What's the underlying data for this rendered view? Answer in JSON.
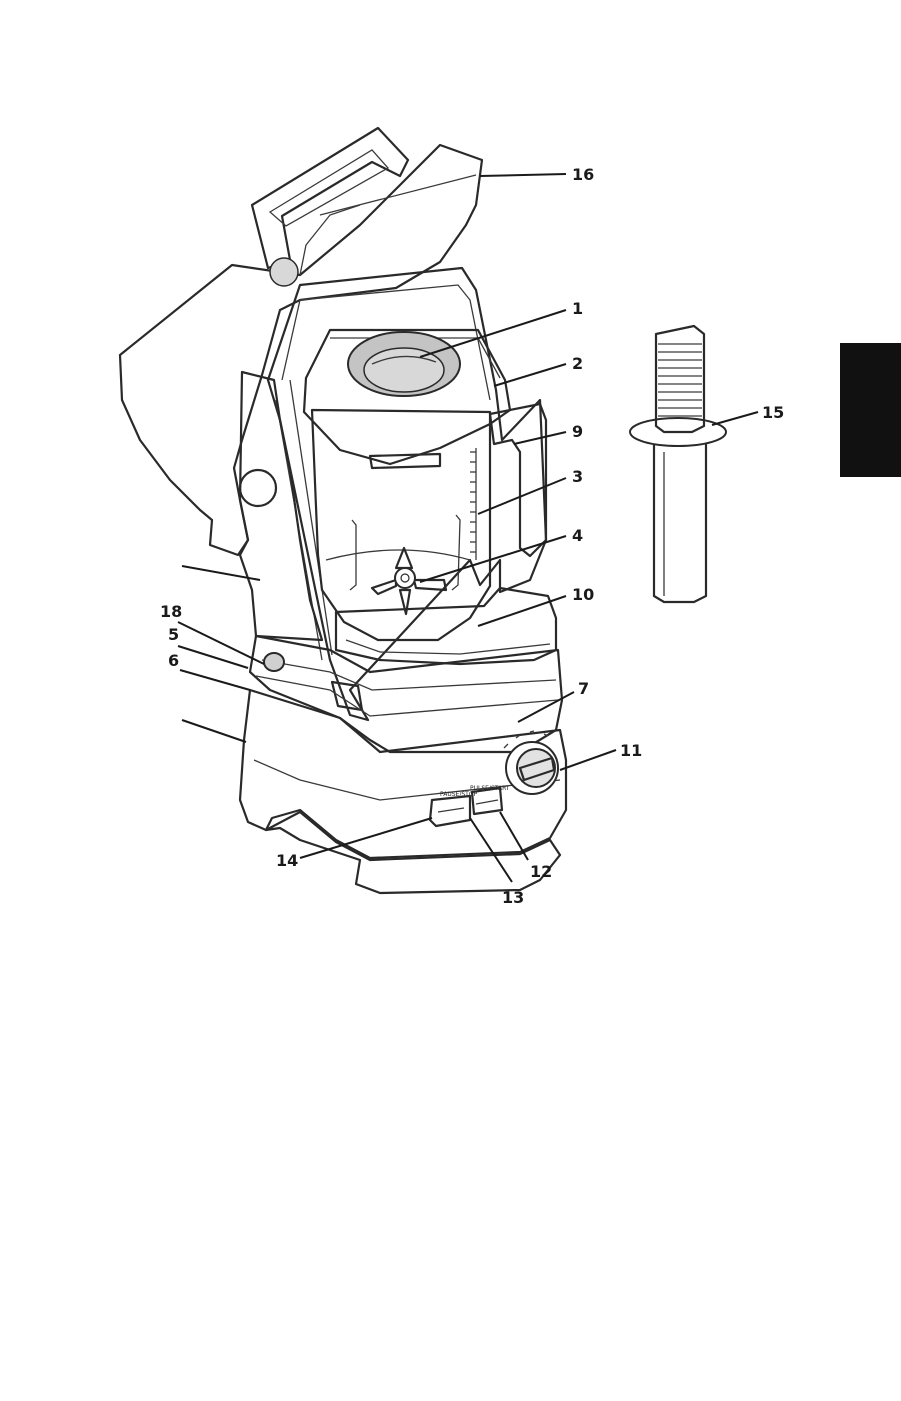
{
  "callouts": {
    "c1": "1",
    "c2": "2",
    "c3": "3",
    "c4": "4",
    "c5": "5",
    "c6": "6",
    "c7": "7",
    "c9": "9",
    "c10": "10",
    "c11": "11",
    "c12": "12",
    "c13": "13",
    "c14": "14",
    "c15": "15",
    "c16": "16",
    "c18": "18"
  },
  "control_panel": {
    "left_label": "PAUSE/STOP",
    "right_label": "PULSE/START"
  },
  "colors": {
    "ink": "#1a1a1a",
    "shield_fill": "#c8c8c8",
    "lid_fill": "#b0b0b0",
    "tab_fill": "#111111"
  }
}
